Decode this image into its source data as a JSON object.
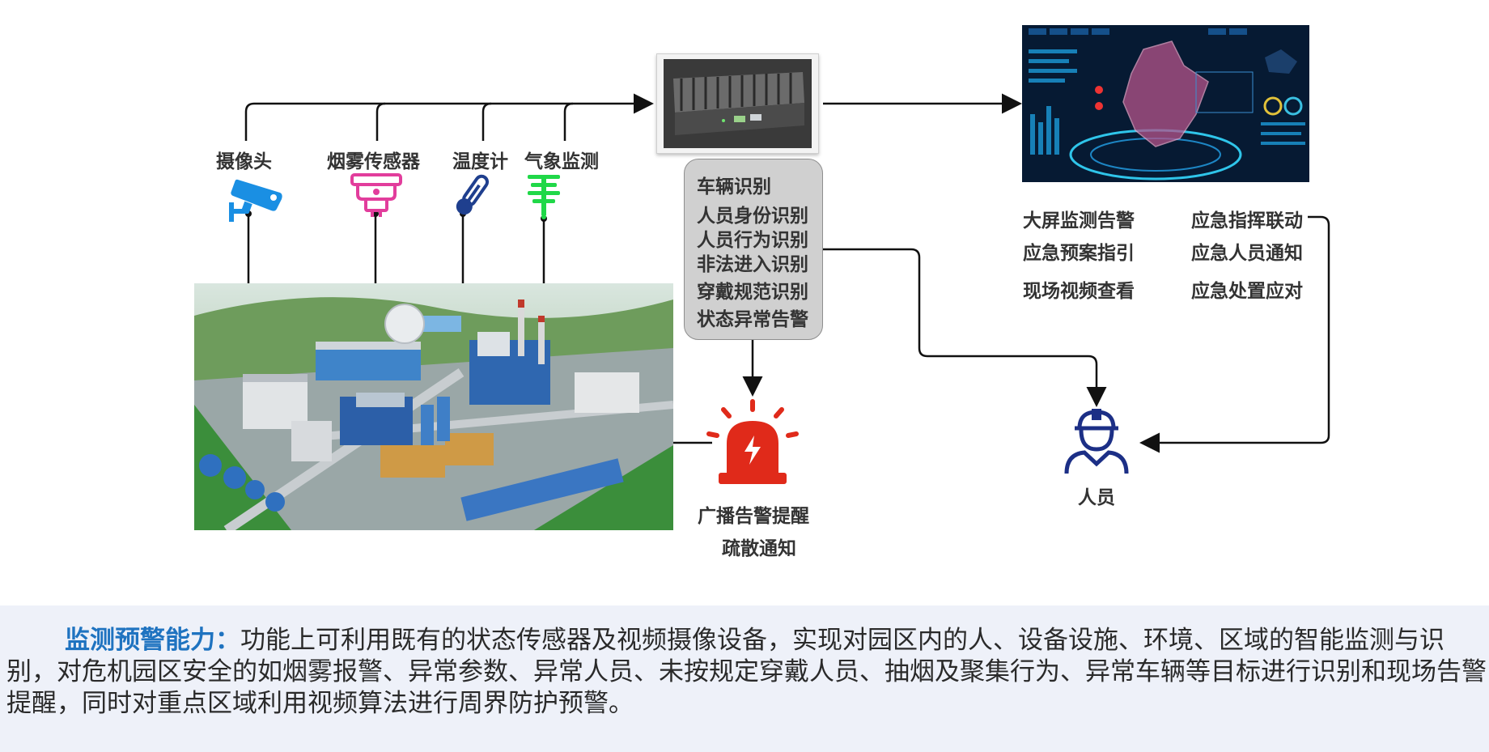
{
  "sensors": {
    "camera": "摄像头",
    "smoke": "烟雾传感器",
    "thermometer": "温度计",
    "weather": "气象监测"
  },
  "recognition_items": [
    "车辆识别",
    "人员身份识别",
    "人员行为识别",
    "非法进入识别",
    "穿戴规范识别",
    "状态异常告警"
  ],
  "functions": {
    "screen_alarm": "大屏监测告警",
    "emergency_linkage": "应急指挥联动",
    "plan_guide": "应急预案指引",
    "personnel_notice": "应急人员通知",
    "video_view": "现场视频查看",
    "disposal": "应急处置应对"
  },
  "alarm": {
    "line1": "广播告警提醒",
    "line2": "疏散通知"
  },
  "person_label": "人员",
  "description": {
    "title": "监测预警能力：",
    "text": "功能上可利用既有的状态传感器及视频摄像设备，实现对园区内的人、设备设施、环境、区域的智能监测与识别，对危机园区安全的如烟雾报警、异常参数、异常人员、未按规定穿戴人员、抽烟及聚集行为、异常车辆等目标进行识别和现场告警提醒，同时对重点区域利用视频算法进行周界防护预警。"
  },
  "colors": {
    "camera": "#1a8fe3",
    "smoke": "#e23d9c",
    "thermometer": "#1f3f8e",
    "weather": "#20d848",
    "alarm": "#e02a1a",
    "person": "#1c2f86",
    "title_blue": "#1f73c0"
  }
}
